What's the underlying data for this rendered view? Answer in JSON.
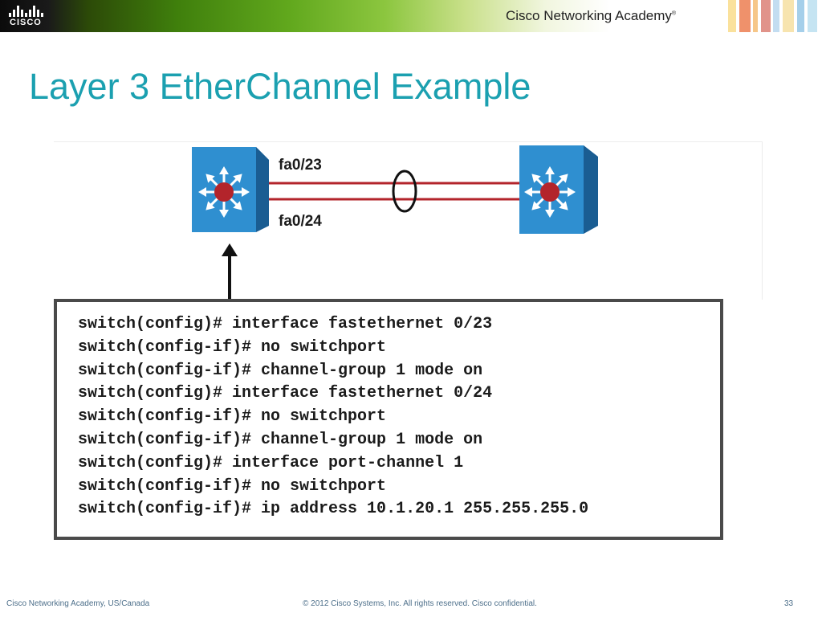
{
  "header": {
    "logo_text": "CISCO",
    "academy_label": "Cisco Networking Academy",
    "academy_mark": "®"
  },
  "slide": {
    "title": "Layer 3 EtherChannel Example"
  },
  "diagram": {
    "link_top_label": "fa0/23",
    "link_bottom_label": "fa0/24",
    "colors": {
      "switch_face": "#2f8fd0",
      "switch_side": "#1a5d92",
      "link": "#b3242b",
      "router_mark": "#b3242b"
    }
  },
  "config": {
    "lines": [
      "switch(config)# interface fastethernet 0/23",
      "switch(config-if)# no switchport",
      "switch(config-if)# channel-group 1 mode on",
      "switch(config)# interface fastethernet 0/24",
      "switch(config-if)# no switchport",
      "switch(config-if)# channel-group 1 mode on",
      "switch(config)# interface port-channel 1",
      "switch(config-if)# no switchport",
      "switch(config-if)# ip address 10.1.20.1 255.255.255.0"
    ]
  },
  "footer": {
    "left": "Cisco Networking Academy, US/Canada",
    "center": "© 2012 Cisco Systems, Inc. All rights reserved. Cisco confidential.",
    "page_number": "33"
  },
  "brand_colors": {
    "title": "#1ba0b0",
    "footer_text": "#4d6f8a"
  }
}
